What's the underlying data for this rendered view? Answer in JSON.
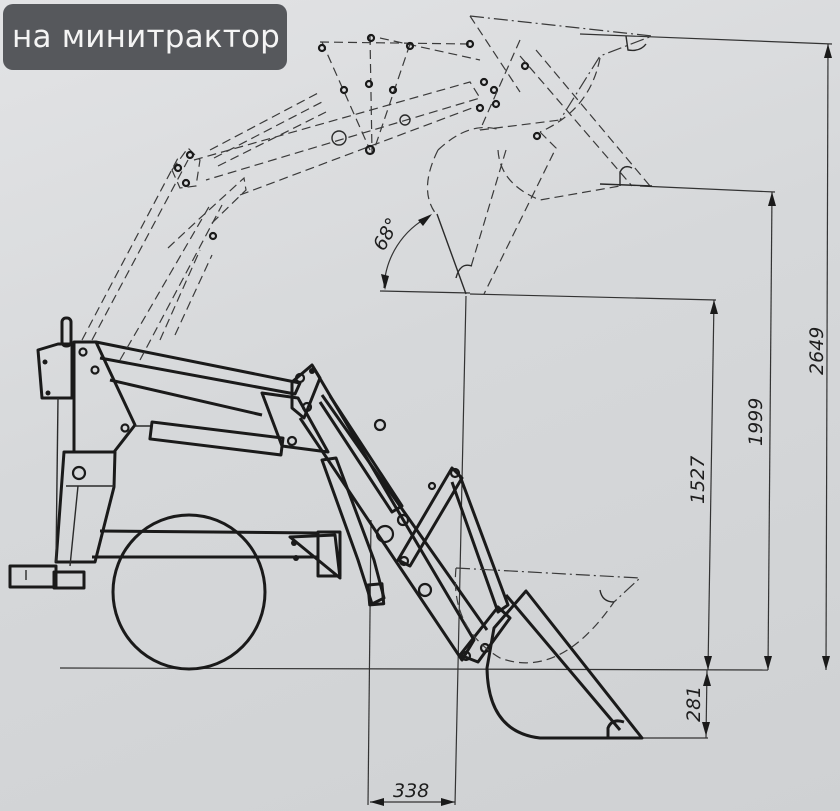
{
  "caption": {
    "label": "на минитрактор",
    "background": "#4e5054",
    "text_color": "#f4f4f4"
  },
  "drawing": {
    "subject": "front loader mounted on mini-tractor, side view",
    "positions": [
      "lowered bucket (solid lines)",
      "raised bucket (dashed lines)"
    ],
    "angle_label": "68°",
    "dimensions": {
      "max_lift_height": "2649",
      "dump_height": "1999",
      "pivot_height": "1527",
      "dig_depth": "281",
      "reach": "338"
    },
    "line_color": "#1a1a1a",
    "paper_color": "#dcdee0"
  }
}
